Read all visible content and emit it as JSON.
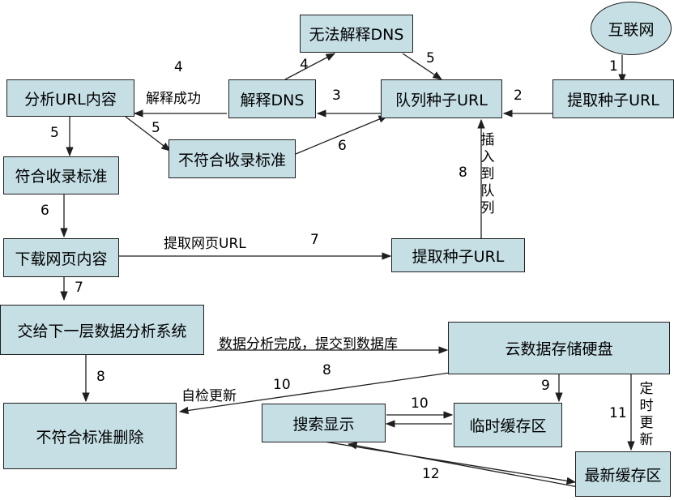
{
  "nodes": {
    "internet": "互联网",
    "extract_seed_top": "提取种子URL",
    "queue_seed": "队列种子URL",
    "dns_fail": "无法解释DNS",
    "resolve_dns": "解释DNS",
    "analyze_url": "分析URL内容",
    "not_meet_standard": "不符合收录标准",
    "meet_standard": "符合收录标准",
    "download_page": "下载网页内容",
    "extract_seed_mid": "提取种子URL",
    "next_layer": "交给下一层数据分析系统",
    "cloud_storage": "云数据存储硬盘",
    "delete_nonconform": "不符合标准删除",
    "search_display": "搜索显示",
    "temp_cache": "临时缓存区",
    "latest_cache": "最新缓存区"
  },
  "labels": {
    "resolve_success": "解释成功",
    "extract_page_url": "提取网页URL",
    "analysis_done": "数据分析完成，提交到数据库",
    "self_check": "自检更新",
    "insert_queue": "插入到队列",
    "timed_update": "定时更新"
  },
  "numbers": {
    "n1": "1",
    "n2": "2",
    "n3": "3",
    "n4a": "4",
    "n4b": "4",
    "n5a": "5",
    "n5b": "5",
    "n5c": "5",
    "n6a": "6",
    "n6b": "6",
    "n7a": "7",
    "n7b": "7",
    "n8a": "8",
    "n8b": "8",
    "n8c": "8",
    "n9": "9",
    "n10a": "10",
    "n10b": "10",
    "n11": "11",
    "n12": "12"
  },
  "colors": {
    "box_fill": "#c5dfe5",
    "stroke": "#1f1f1f"
  }
}
